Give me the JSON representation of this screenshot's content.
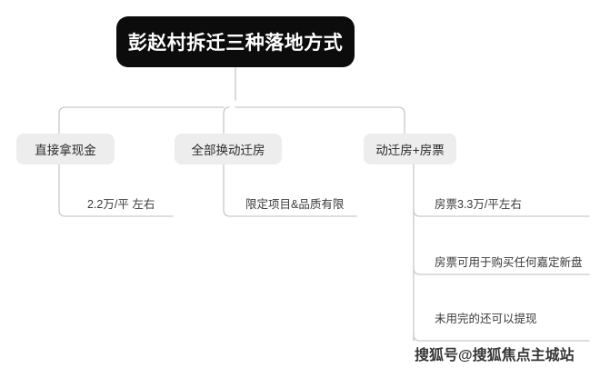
{
  "diagram": {
    "root": {
      "label": "彭赵村拆迁三种落地方式"
    },
    "branches": [
      {
        "label": "直接拿现金"
      },
      {
        "label": "全部换动迁房"
      },
      {
        "label": "动迁房+房票"
      }
    ],
    "leaves": [
      {
        "label": "2.2万/平 左右"
      },
      {
        "label": "限定项目&品质有限"
      },
      {
        "label": "房票3.3万/平左右"
      },
      {
        "label": "房票可用于购买任何嘉定新盘"
      },
      {
        "label": "未用完的还可以提现"
      }
    ]
  },
  "watermark": {
    "text": "搜狐号@搜狐焦点主城站"
  },
  "colors": {
    "root_bg": "#0c0c0c",
    "root_text": "#ffffff",
    "branch_bg": "#ededed",
    "branch_text": "#2b2b2b",
    "leaf_text": "#3a3a3a",
    "wire": "#c9c9c9",
    "page_bg": "#ffffff"
  }
}
